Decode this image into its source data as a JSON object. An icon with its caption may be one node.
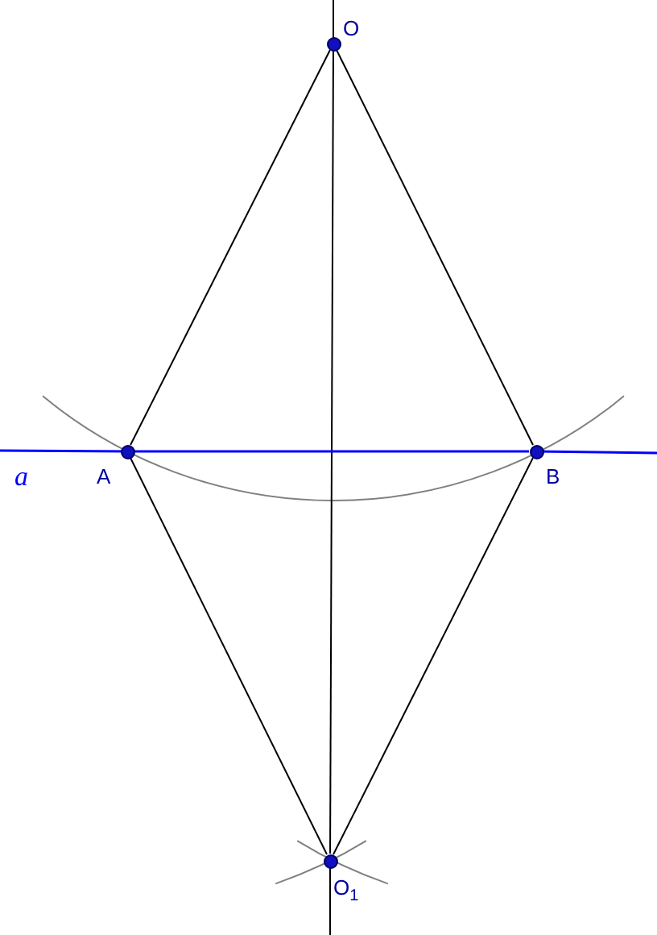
{
  "diagram": {
    "nodes": [
      {
        "text": [
          "O"
        ]
      },
      {
        "text": [
          "A"
        ]
      },
      {
        "text": [
          "B"
        ]
      },
      {
        "text": [
          "O$_{1}$"
        ]
      }
    ],
    "edges": [
      {
        "from": 0,
        "to": 1,
        "arrow": "none"
      },
      {
        "from": 0,
        "to": 2,
        "arrow": "none"
      },
      {
        "from": 1,
        "to": 3,
        "arrow": "none"
      },
      {
        "from": 2,
        "to": 3,
        "arrow": "none"
      },
      {
        "from": 0,
        "to": 3,
        "arrow": "none"
      },
      {
        "from": 1,
        "to": 2,
        "arrow": "none",
        "color": "#0000ff"
      }
    ],
    "labels": [
      "a"
    ]
  }
}
